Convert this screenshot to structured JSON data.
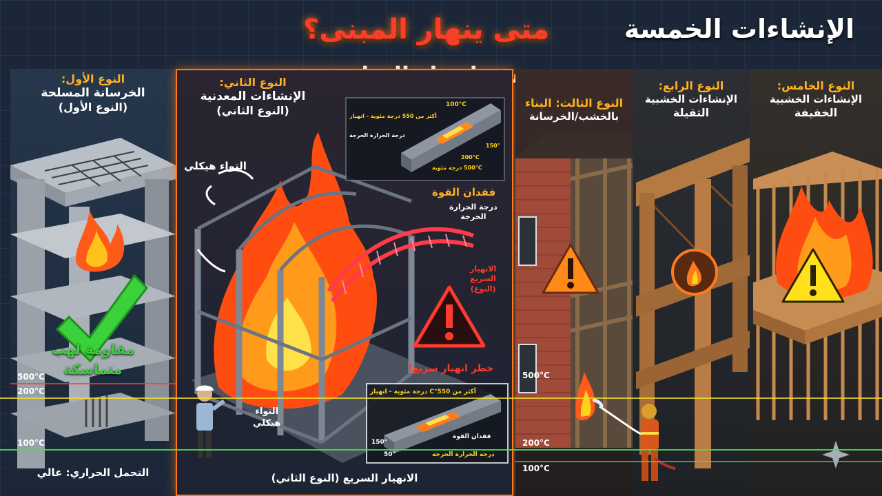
{
  "header": {
    "title_right": "الإنشاءات الخمسة",
    "title_main": "متى ينهار المبنى؟",
    "subtitle": "هندسة انهيار المباني"
  },
  "panels": [
    {
      "kind": "النوع الأول:",
      "name": "الخرسانة المسلحة",
      "sub": "(النوع الأول)"
    },
    {
      "kind": "النوع الثاني:",
      "name": "الإنشاءات المعدنية",
      "sub": "(النوع الثاني)"
    },
    {
      "kind": "النوع الثالث: البناء",
      "name": "بالخشب/الخرسانة",
      "sub": ""
    },
    {
      "kind": "النوع الرابع:",
      "name": "الإنشاءات الخشبية",
      "sub": "الثقيلة"
    },
    {
      "kind": "النوع الخامس:",
      "name": "الإنشاءات الخشبية",
      "sub": "الخفيفة"
    }
  ],
  "panel1": {
    "resist_line1": "مقاومة لهب",
    "resist_line2": "متماسكة",
    "thermal": "التحمل الحراري: عالي"
  },
  "panel2": {
    "twist_top": "التواء هيكلي",
    "twist_bottom_1": "التواء",
    "twist_bottom_2": "هيكلي",
    "strength_loss": "فقدان القوة",
    "critical_temp_1": "درجة الحرارة",
    "critical_temp_2": "الحرجة",
    "rapid_1": "الانهيار",
    "rapid_2": "السريع",
    "rapid_3": "(النوع)",
    "danger": "خطر انهيار سريع!",
    "footer": "الانهيار السريع (النوع الثاني)",
    "beam_top": {
      "t1": "100°C",
      "over": "أكثر من 550 درجة مئوية - انهيار",
      "crit": "درجة الحرارة الحرجة",
      "t2": "150°",
      "t3": "200°C",
      "t4": "500°C درجة مئوية"
    },
    "beam_bottom": {
      "over": "أكثر من 550°C درجة مئوية - انهيار",
      "loss": "فقدان القوة",
      "crit": "درجة الحرارة الحرجة",
      "t1": "150°",
      "t2": "50°"
    }
  },
  "temps": {
    "t500": "500°C",
    "t200": "200°C",
    "t100": "100°C",
    "p3_500": "500°C",
    "p3_200": "200°C",
    "p3_100": "100°C"
  },
  "colors": {
    "accent_orange": "#ff7a1a",
    "title_red": "#ff3b30",
    "label_yellow": "#ffb020",
    "check_green": "#3ad13a",
    "warning_yellow": "#ffd21a",
    "line_yellow": "#f2e12a",
    "line_green": "#44e04a",
    "line_red": "#ff3b30"
  }
}
